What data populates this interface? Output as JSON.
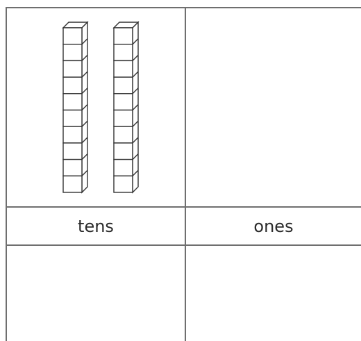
{
  "chart_data": {
    "type": "table",
    "columns": [
      "tens",
      "ones"
    ],
    "tens_rods": 2,
    "cubes_per_rod": 10,
    "ones_cubes": 0
  },
  "icons": {
    "rod": "base-ten-rod-icon"
  }
}
